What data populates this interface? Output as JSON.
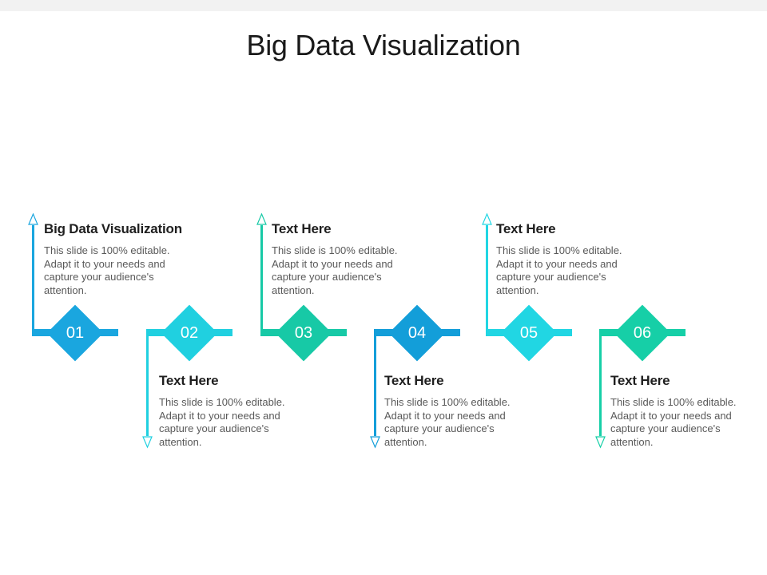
{
  "slide": {
    "title": "Big Data Visualization"
  },
  "colors": {
    "step1": "#1aa6df",
    "step2": "#20d0e0",
    "step3": "#17c9a6",
    "step4": "#139ed9",
    "step5": "#21d6e3",
    "step6": "#16cfa7"
  },
  "steps": [
    {
      "number": "01",
      "heading": "Big Data Visualization",
      "body": "This slide is 100% editable. Adapt it to your needs and capture your audience's attention.",
      "position": "above"
    },
    {
      "number": "02",
      "heading": "Text Here",
      "body": "This slide is 100% editable. Adapt it to your needs and capture your audience's attention.",
      "position": "below"
    },
    {
      "number": "03",
      "heading": "Text Here",
      "body": "This slide is 100% editable. Adapt it to your needs and capture your audience's attention.",
      "position": "above"
    },
    {
      "number": "04",
      "heading": "Text Here",
      "body": "This slide is 100% editable. Adapt it to your needs and capture your audience's attention.",
      "position": "below"
    },
    {
      "number": "05",
      "heading": "Text Here",
      "body": "This slide is 100% editable. Adapt it to your needs and capture your audience's attention.",
      "position": "above"
    },
    {
      "number": "06",
      "heading": "Text Here",
      "body": "This slide is 100% editable. Adapt it to your needs and capture your audience's attention.",
      "position": "below"
    }
  ]
}
